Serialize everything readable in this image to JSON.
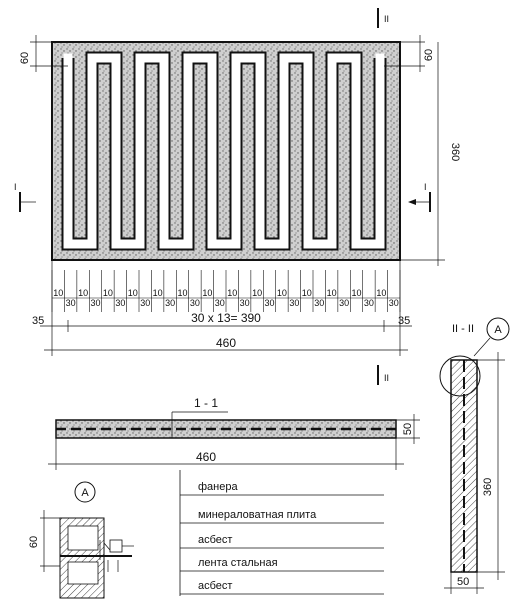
{
  "plan": {
    "dim_side_top": "60",
    "dim_side_right_top": "60",
    "dim_height": "360",
    "section_mark_left": "I",
    "section_mark_right": "I",
    "section_mark_top": "II",
    "strip_label_10": "10",
    "strip_label_30": "30",
    "edge_left": "35",
    "edge_right": "35",
    "formula": "30 x 13= 390",
    "total_width": "460"
  },
  "section_1_1": {
    "title": "1 - 1",
    "thickness": "50",
    "width": "460",
    "section_mark_bottom": "II"
  },
  "section_2_2": {
    "title": "II - II",
    "detail_marker": "A",
    "height": "360",
    "thickness": "50"
  },
  "detail_A": {
    "marker": "A",
    "dim": "60"
  },
  "legend": [
    "фанера",
    "минераловатная плита",
    "асбест",
    "лента стальная",
    "асбест"
  ]
}
